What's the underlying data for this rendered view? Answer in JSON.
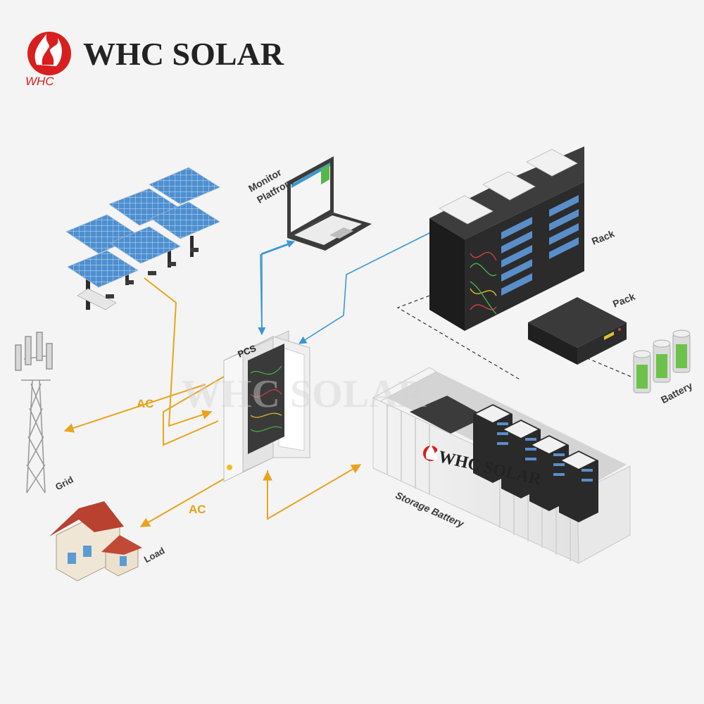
{
  "brand": {
    "name": "WHC SOLAR",
    "logo_letters": "WHC",
    "accent": "#d81e1e"
  },
  "watermark": {
    "text": "WHC SOLAR"
  },
  "labels": {
    "monitor": [
      "Monitor",
      "Platfrom"
    ],
    "rack": "Rack",
    "pack": "Pack",
    "battery": "Battery",
    "pcs": "PCS",
    "grid": "Grid",
    "load": "Load",
    "storage": "Storage Battery",
    "ac_grid": "AC",
    "ac_load": "AC"
  },
  "colors": {
    "power_line": "#e8a41c",
    "data_line": "#3a97d4",
    "dashed_line": "#333333",
    "background": "#f4f4f4"
  },
  "icons": [
    "solar-panel-icon",
    "laptop-icon",
    "server-rack-icon",
    "battery-pack-icon",
    "battery-cell-icon",
    "pcs-cabinet-icon",
    "grid-tower-icon",
    "house-icon",
    "container-icon"
  ]
}
